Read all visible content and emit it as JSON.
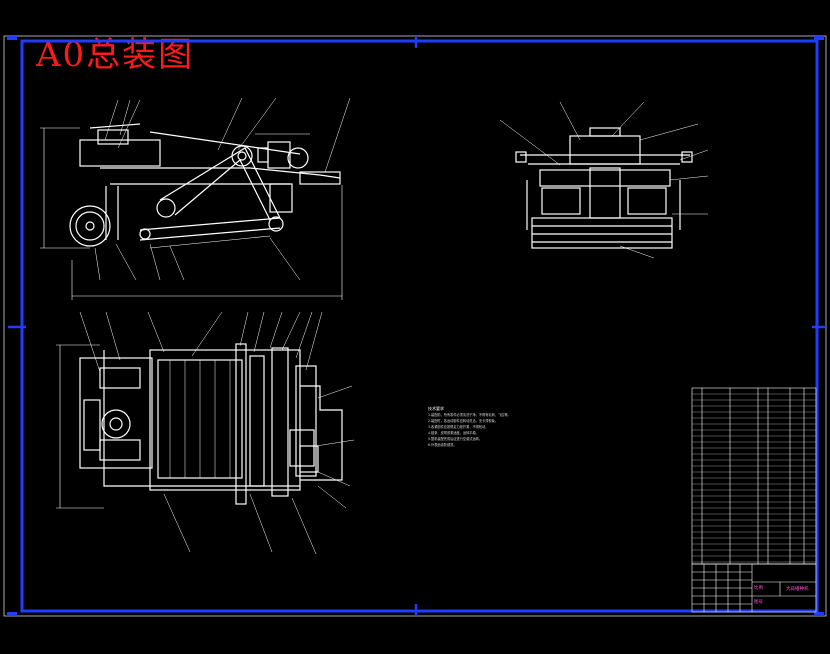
{
  "drawing": {
    "title": "A0总装图",
    "colors": {
      "background": "#000000",
      "frame": "#1f3cff",
      "lines": "#ffffff",
      "title": "#ff1a1a",
      "table_text": "#ff4fd8",
      "table_lines": "#ffffff"
    }
  },
  "notes": {
    "heading": "技术要求",
    "lines": [
      "1.装配前，所有零件必须清洗干净，不得有毛刺、飞边等。",
      "2.装配时，各运动部件应转动灵活，无卡滞现象。",
      "3.各紧固件应按规定力矩拧紧，不得松动。",
      "4.链条、皮带张紧适度，运转平稳。",
      "5.整机装配完成后应进行空载试运转。",
      "6.外表面涂防锈漆。"
    ]
  },
  "title_block": {
    "name": "大蒜播种机",
    "label_a": "比例",
    "label_b": "图号"
  }
}
